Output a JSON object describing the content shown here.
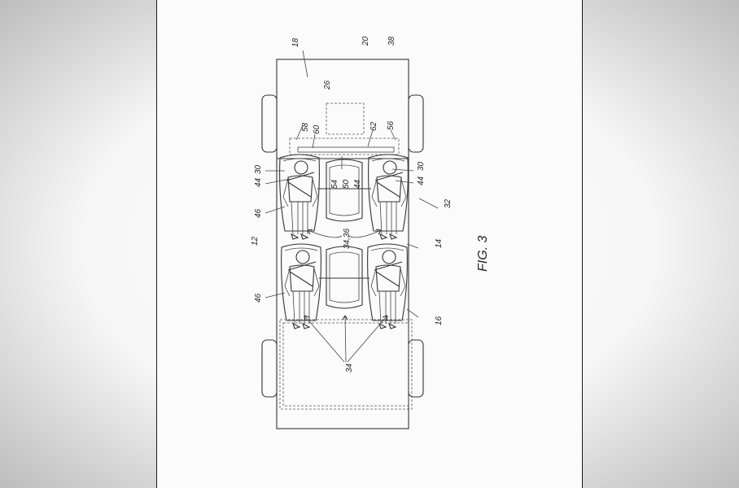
{
  "figure": {
    "title": "FIG. 3",
    "labels": {
      "l18": "18",
      "l20": "20",
      "l38": "38",
      "l26": "26",
      "l58": "58",
      "l60": "60",
      "l62": "62",
      "l56": "56",
      "l30a": "30",
      "l44a": "44",
      "l54": "54",
      "l50": "50",
      "l44b": "44",
      "l30b": "30",
      "l44c": "44",
      "l32": "32",
      "l46a": "46",
      "l12": "12",
      "l3436": "34,36",
      "l14": "14",
      "l46b": "46",
      "l16": "16",
      "l34": "34"
    }
  },
  "colors": {
    "line": "#333333",
    "sheet": "#fbfbfb",
    "border": "#1a1a1a"
  }
}
